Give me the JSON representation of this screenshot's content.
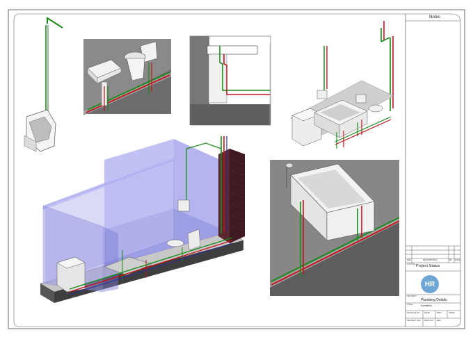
{
  "titleblock": {
    "notes_heading": "Notes",
    "revision_row_labels": [
      "REV",
      "DESCRIPTION",
      "BY",
      "DATE"
    ],
    "status_label": "STATUS",
    "status_value": "Project Status",
    "logo_text": "HR",
    "project_label": "PROJECT",
    "project_title": "Plumbing Details",
    "title_label": "TITLE",
    "sheet_title": "Isometrics",
    "field_labels": [
      "SCALE @ A3",
      "DATE",
      "DRN",
      "CHKD",
      "PROJECT NO.",
      "DWG NO.",
      "REV"
    ]
  },
  "palette": {
    "cold_pipe": "#1a8a1a",
    "hot_pipe": "#c0141c",
    "glass_wall": "#9a9ae6",
    "brick": "#5a2630",
    "panel_grey": "#7d7d7d",
    "porcelain": "#eeeeee"
  },
  "views": [
    {
      "name": "urinal-riser"
    },
    {
      "name": "basin-wc-detail"
    },
    {
      "name": "wall-section-detail"
    },
    {
      "name": "bathroom-overview"
    },
    {
      "name": "main-isometric"
    },
    {
      "name": "bath-detail"
    }
  ]
}
